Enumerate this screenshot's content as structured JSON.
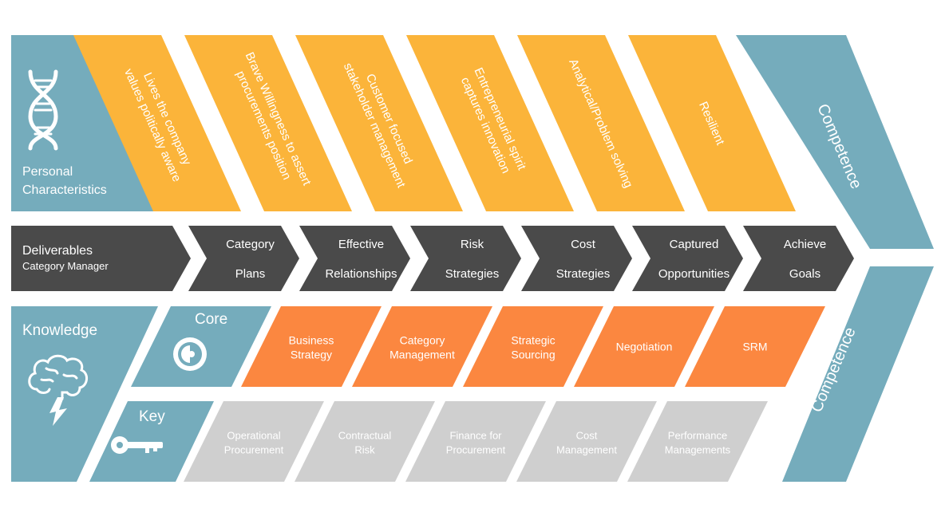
{
  "colors": {
    "teal": "#75acbc",
    "yellow": "#fbb43a",
    "orange": "#fb8740",
    "dark": "#4a4a4a",
    "gray": "#cfcfcf",
    "white": "#ffffff"
  },
  "personal": {
    "title_line1": "Personal",
    "title_line2": "Characteristics",
    "icon": "dna-icon",
    "items": [
      {
        "line1": "Lives the company",
        "line2": "values politically aware"
      },
      {
        "line1": "Brave Willingness to assert",
        "line2": "procurements position"
      },
      {
        "line1": "Customer focused",
        "line2": "stakeholder management"
      },
      {
        "line1": "Entrepreneurial spirit",
        "line2": "captures innovation"
      },
      {
        "line1": "Analytical/Problem solving",
        "line2": ""
      },
      {
        "line1": "Resilient",
        "line2": ""
      }
    ]
  },
  "competence_top": "Competence",
  "competence_bottom": "Competence",
  "deliverables": {
    "title": "Deliverables",
    "subtitle": "Category Manager",
    "items": [
      {
        "line1": "Category",
        "line2": "Plans"
      },
      {
        "line1": "Effective",
        "line2": "Relationships"
      },
      {
        "line1": "Risk",
        "line2": "Strategies"
      },
      {
        "line1": "Cost",
        "line2": "Strategies"
      },
      {
        "line1": "Captured",
        "line2": "Opportunities"
      },
      {
        "line1": "Achieve",
        "line2": "Goals"
      }
    ]
  },
  "knowledge": {
    "title": "Knowledge",
    "icon": "brain-icon",
    "core": {
      "title": "Core",
      "icon": "core-icon",
      "items": [
        {
          "line1": "Business",
          "line2": "Strategy"
        },
        {
          "line1": "Category",
          "line2": "Management"
        },
        {
          "line1": "Strategic",
          "line2": "Sourcing"
        },
        {
          "line1": "Negotiation",
          "line2": ""
        },
        {
          "line1": "SRM",
          "line2": ""
        }
      ]
    },
    "key": {
      "title": "Key",
      "icon": "key-icon",
      "items": [
        {
          "line1": "Operational",
          "line2": "Procurement"
        },
        {
          "line1": "Contractual",
          "line2": "Risk"
        },
        {
          "line1": "Finance for",
          "line2": "Procurement"
        },
        {
          "line1": "Cost",
          "line2": "Management"
        },
        {
          "line1": "Performance",
          "line2": "Managements"
        }
      ]
    }
  }
}
